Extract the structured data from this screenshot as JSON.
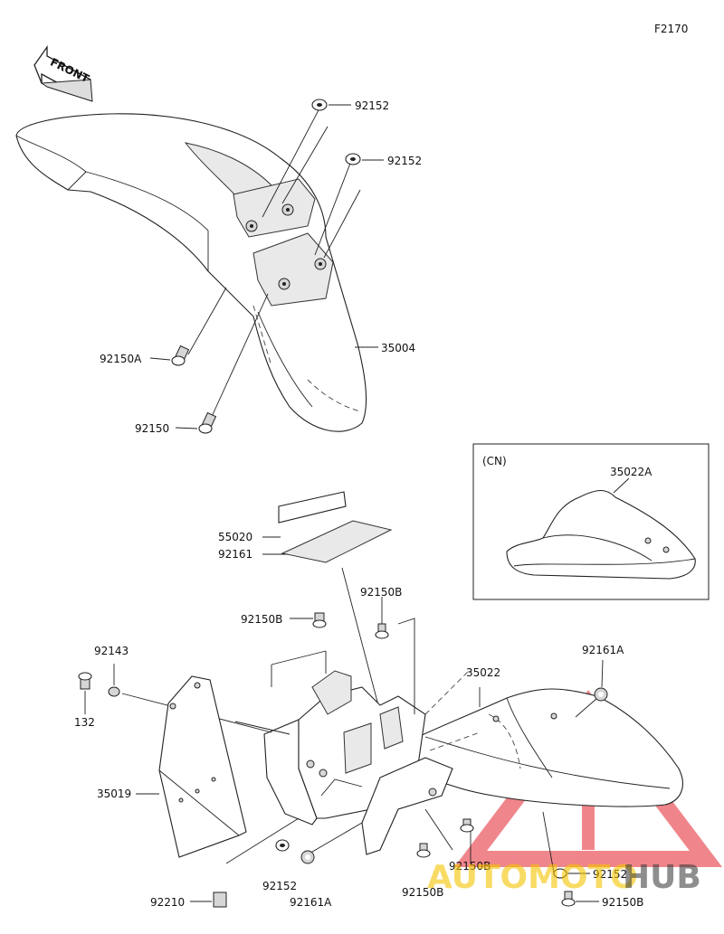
{
  "figure_code": "F2170",
  "front_arrow_label": "FRONT",
  "region_box_label": "(CN)",
  "watermark": {
    "text_left": "AUTOMOTO",
    "text_right": "HUB",
    "color_primary": "#e2222b",
    "color_secondary": "#f5c400"
  },
  "parts": {
    "p92152_top_a": "92152",
    "p92152_top_b": "92152",
    "p92150A": "92150A",
    "p92150_front": "92150",
    "p35004": "35004",
    "p35022A": "35022A",
    "p55020": "55020",
    "p92161_upper": "92161",
    "p92150B_top": "92150B",
    "p92150B_left": "92150B",
    "p92143": "92143",
    "p132": "132",
    "p35022": "35022",
    "p92161A_right": "92161A",
    "p35019": "35019",
    "p92152_bottom_mid": "92152",
    "p92161A_bottom": "92161A",
    "p92150B_bottom_mid": "92150B",
    "p92150B_bottom_right": "92150B",
    "p92152_bottom_right": "92152",
    "p92210": "92210",
    "p92150B_right_mid": "92150B"
  }
}
